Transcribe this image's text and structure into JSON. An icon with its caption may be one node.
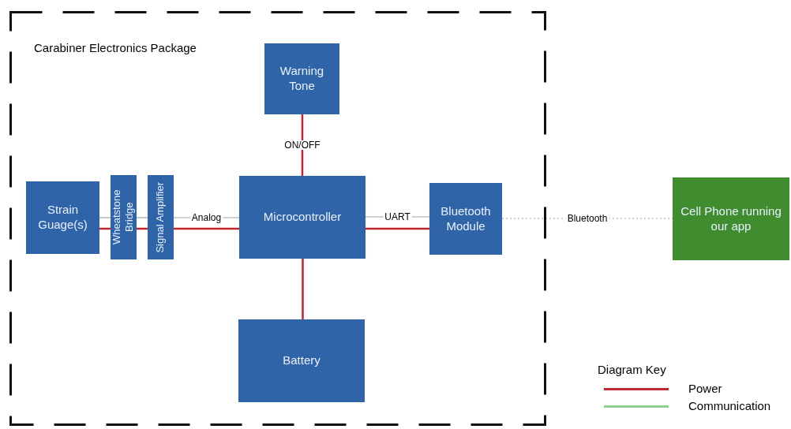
{
  "diagram": {
    "nodes": [
      {
        "text": [
          "Carabiner Electronics Package"
        ]
      },
      {
        "text": [
          "Warning Tone"
        ],
        "in": 0
      },
      {
        "text": [
          "Strain Guage(s)"
        ],
        "in": 0
      },
      {
        "text": [
          "Wheatstone Bridge"
        ],
        "in": 0
      },
      {
        "text": [
          "Signal Amplifier"
        ],
        "in": 0
      },
      {
        "text": [
          "Microcontroller"
        ],
        "in": 0
      },
      {
        "text": [
          "Bluetooth Module"
        ],
        "in": 0
      },
      {
        "text": [
          "Battery"
        ],
        "in": 0
      },
      {
        "text": [
          "Cell Phone running our app"
        ]
      }
    ],
    "edges": [
      {
        "from": 2,
        "to": 3,
        "arrow": "none",
        "color": "#9aa89a"
      },
      {
        "from": 2,
        "to": 3,
        "arrow": "none"
      },
      {
        "from": 3,
        "to": 4,
        "arrow": "none",
        "color": "#9aa89a"
      },
      {
        "from": 3,
        "to": 4,
        "arrow": "none"
      },
      {
        "from": 4,
        "to": 5,
        "arrow": "none",
        "label": "Analog",
        "color": "#9aa89a"
      },
      {
        "from": 4,
        "to": 5,
        "arrow": "none"
      },
      {
        "from": 5,
        "to": 1,
        "arrow": "none",
        "label": "ON/OFF"
      },
      {
        "from": 5,
        "to": 6,
        "arrow": "none",
        "label": "UART",
        "color": "#9aa89a"
      },
      {
        "from": 5,
        "to": 6,
        "arrow": "none"
      },
      {
        "from": 5,
        "to": 7,
        "arrow": "none"
      },
      {
        "from": 6,
        "to": 8,
        "arrow": "none",
        "label": "Bluetooth",
        "style": "dashed",
        "color": "#9aa89a"
      }
    ],
    "labels": [
      "Diagram Key"
    ],
    "legend": [
      {
        "text": "Power",
        "color": "#c0262d"
      },
      {
        "text": "Communication",
        "color": "#8fd08f"
      }
    ]
  }
}
